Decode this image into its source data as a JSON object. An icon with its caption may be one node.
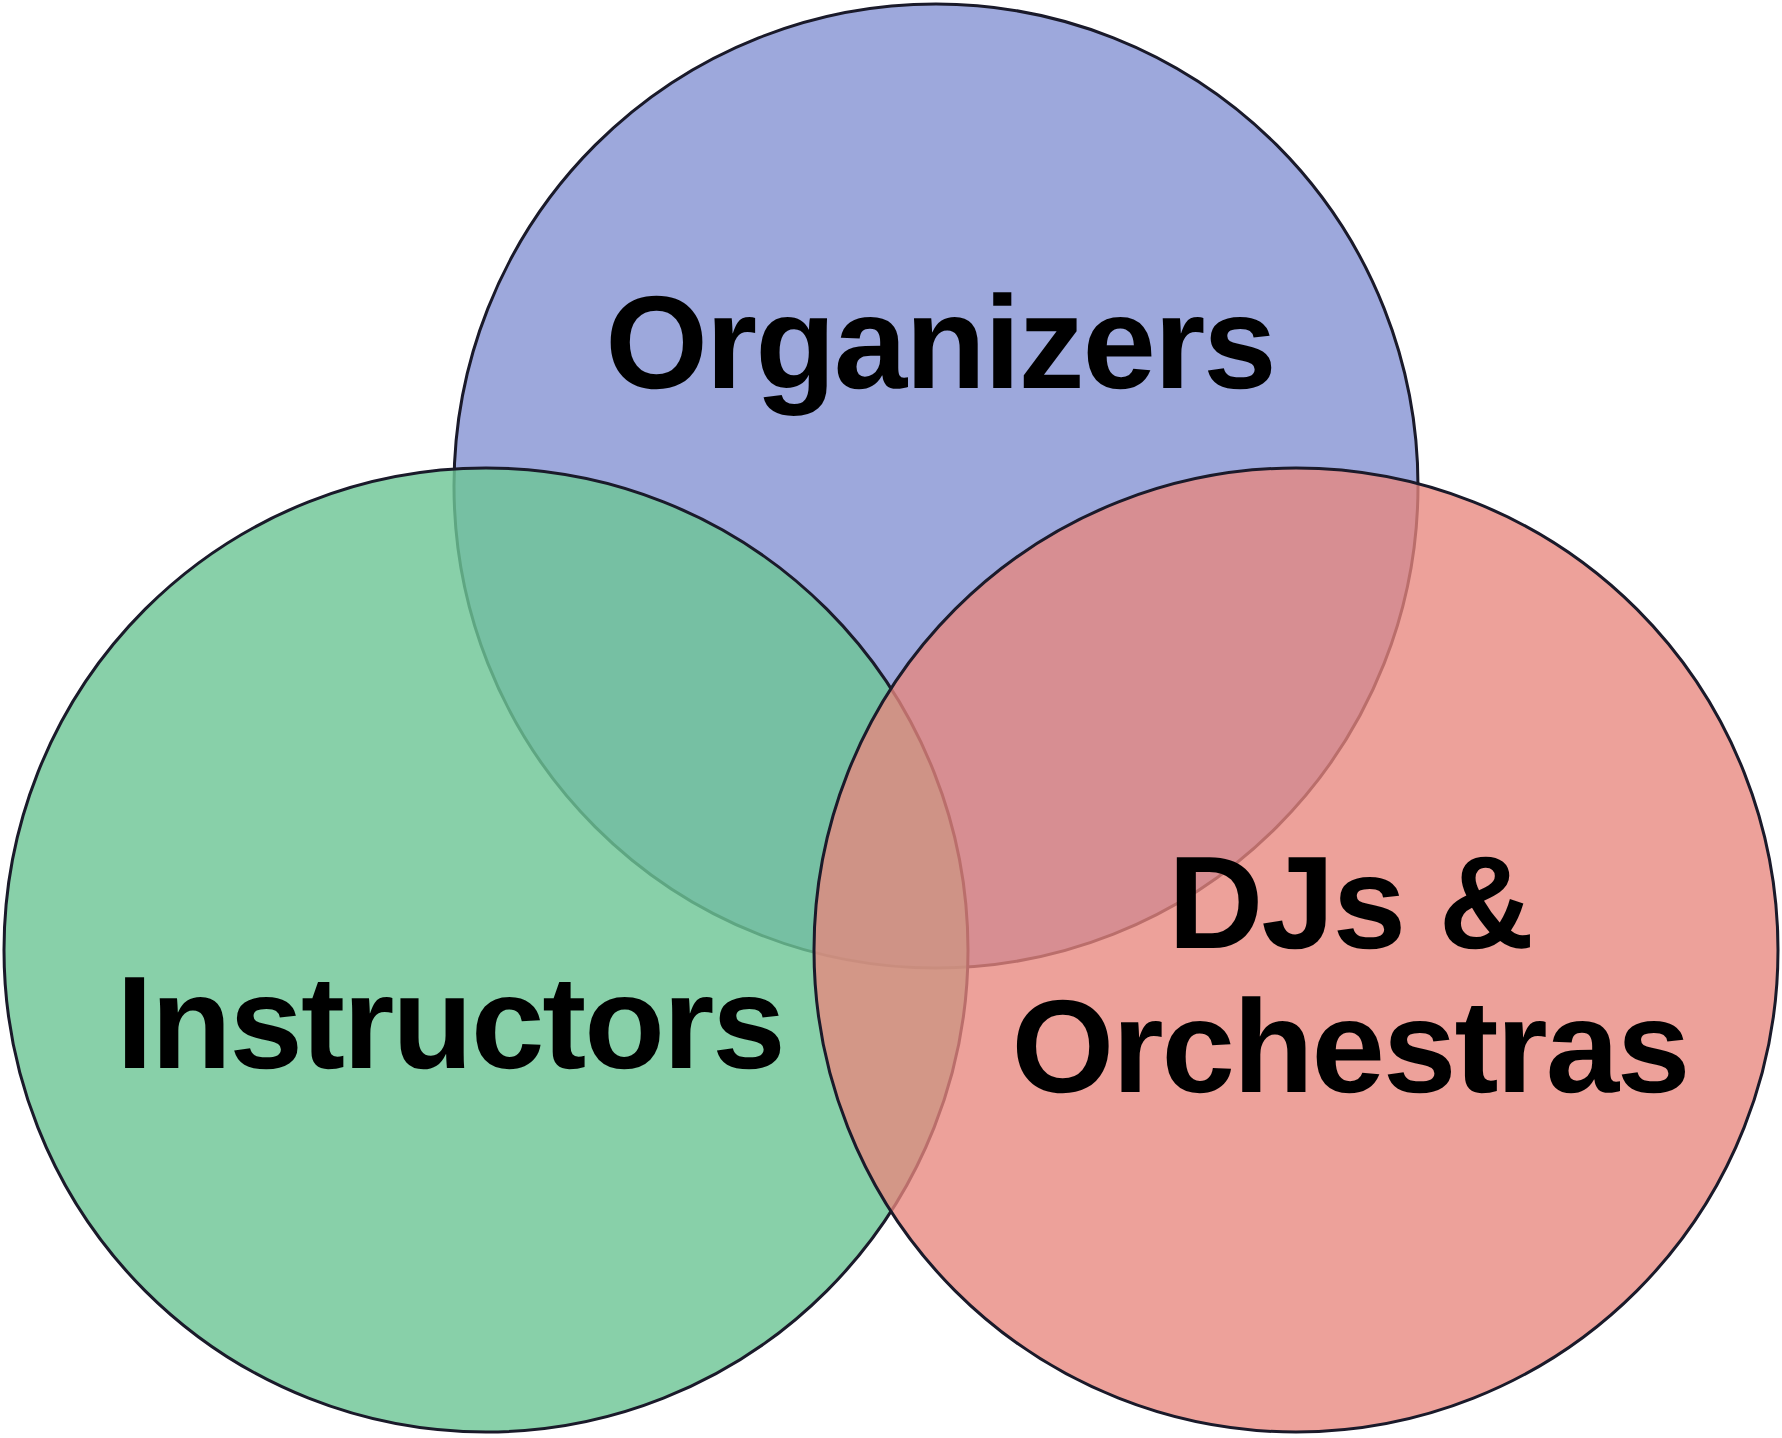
{
  "diagram": {
    "nodes": [
      {
        "text": [
          "Organizers"
        ]
      },
      {
        "text": [
          "Instructors"
        ]
      },
      {
        "text": [
          "DJs & Orchestras"
        ]
      }
    ]
  }
}
